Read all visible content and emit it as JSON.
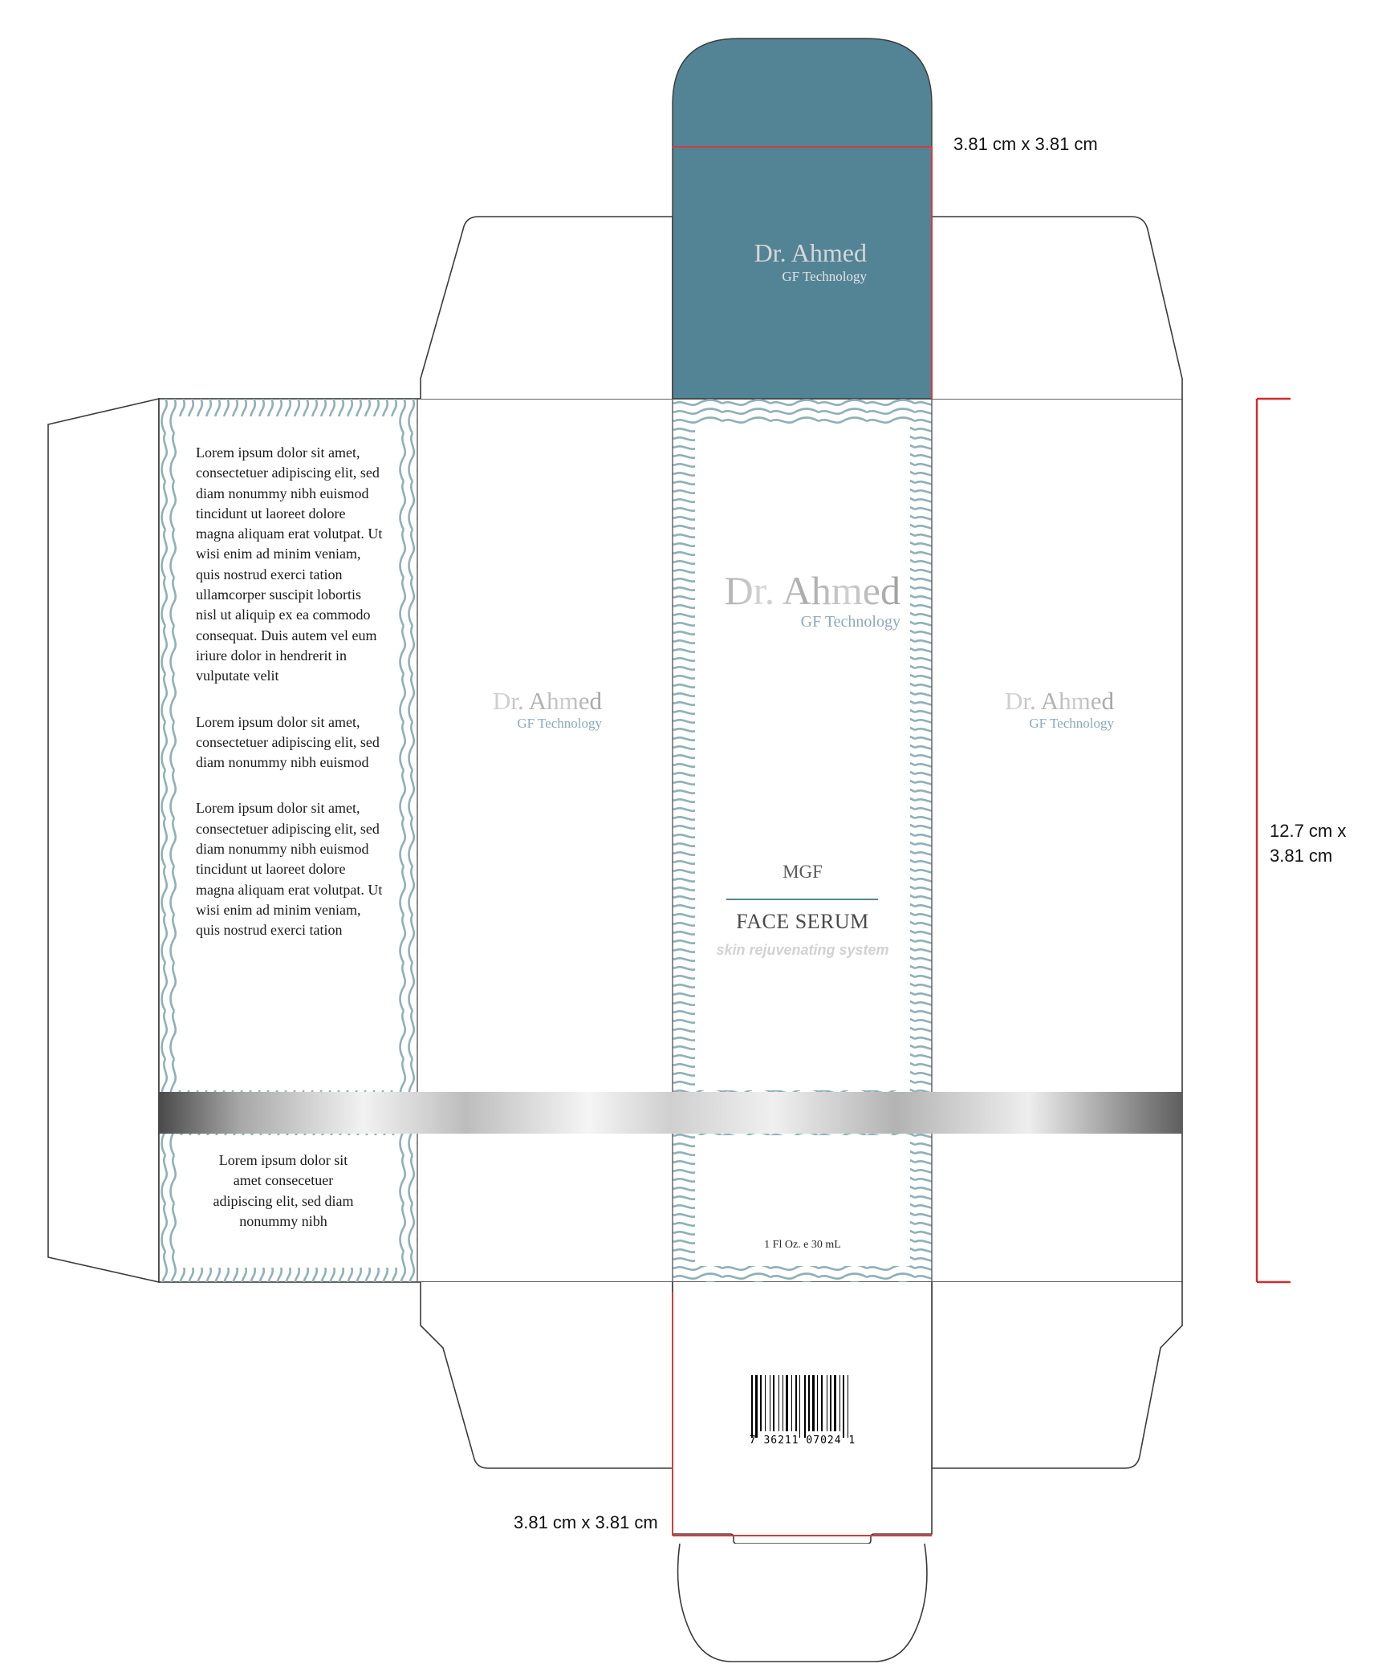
{
  "colors": {
    "teal": "#538496",
    "cut_line": "#3a3a3a",
    "fold_line": "#d43c3c",
    "pattern": "#8fb0b8",
    "gf_text": "#8aa9bd",
    "silver": "#b5b5b5",
    "measure_red": "#d42a2a"
  },
  "brand": {
    "name": "Dr. Ahmed",
    "subtitle": "GF Technology"
  },
  "front": {
    "product_code": "MGF",
    "product_name": "FACE SERUM",
    "tagline": "skin rejuvenating system",
    "volume": "1 Fl Oz. e 30 mL"
  },
  "side_panel": {
    "paragraphs": [
      "Lorem ipsum dolor sit amet, consectetuer adipiscing elit, sed diam nonummy nibh euismod tincidunt ut laoreet dolore magna aliquam erat volutpat. Ut wisi enim ad minim veniam, quis nostrud exerci tation ullamcorper suscipit lobortis nisl ut aliquip ex ea commodo consequat. Duis autem vel eum iriure dolor in hendrerit in vulputate velit",
      "Lorem ipsum dolor sit amet, consectetuer adipiscing elit, sed diam nonummy nibh euismod",
      "Lorem ipsum dolor sit amet, consectetuer adipiscing elit, sed diam nonummy nibh euismod tincidunt ut laoreet dolore magna aliquam erat volutpat. Ut wisi enim ad minim veniam, quis nostrud exerci tation"
    ],
    "lower_paragraph": "Lorem ipsum dolor sit amet consecetuer adipiscing elit, sed diam nonummy nibh"
  },
  "barcode": {
    "digits": "7 36211 07024 1"
  },
  "dimensions": {
    "top_tuck": "3.81 cm x 3.81 cm",
    "height": "12.7 cm x\n3.81 cm",
    "bottom_tuck": "3.81 cm x 3.81 cm"
  }
}
